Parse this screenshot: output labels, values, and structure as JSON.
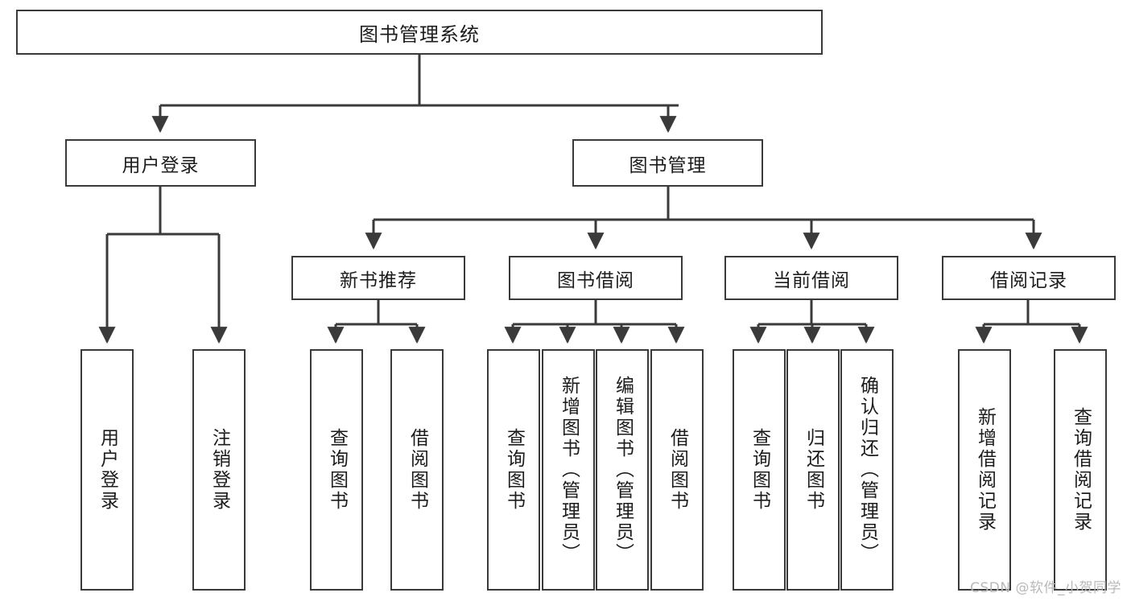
{
  "diagram": {
    "title": "图书管理系统",
    "watermark": "CSDN @软件_小贺同学",
    "colors": {
      "border": "#3a3a3a",
      "background": "#ffffff",
      "text": "#1c1c1c",
      "watermark": "#b9b9b9"
    },
    "root": {
      "label": "图书管理系统"
    },
    "level2": [
      {
        "label": "用户登录"
      },
      {
        "label": "图书管理"
      }
    ],
    "level3": [
      {
        "label": "新书推荐"
      },
      {
        "label": "图书借阅"
      },
      {
        "label": "当前借阅"
      },
      {
        "label": "借阅记录"
      }
    ],
    "leaves": {
      "user_login": [
        {
          "label": "用户登录"
        },
        {
          "label": "注销登录"
        }
      ],
      "new_book": [
        {
          "label": "查询图书"
        },
        {
          "label": "借阅图书"
        }
      ],
      "borrow_book": [
        {
          "label": "查询图书"
        },
        {
          "label": "新增图书（管理员）"
        },
        {
          "label": "编辑图书（管理员）"
        },
        {
          "label": "借阅图书"
        }
      ],
      "current_borrow": [
        {
          "label": "查询图书"
        },
        {
          "label": "归还图书"
        },
        {
          "label": "确认归还（管理员）"
        }
      ],
      "borrow_record": [
        {
          "label": "新增借阅记录"
        },
        {
          "label": "查询借阅记录"
        }
      ]
    }
  }
}
